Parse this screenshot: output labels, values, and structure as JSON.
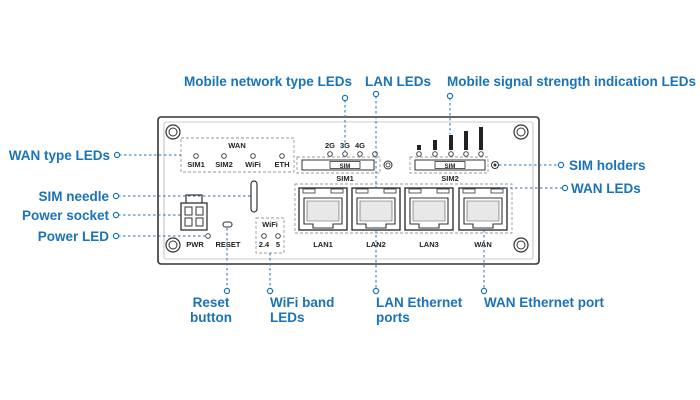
{
  "callouts": {
    "mobile_network_type": "Mobile network type LEDs",
    "lan_leds": "LAN LEDs",
    "mobile_signal": "Mobile signal strength indication LEDs",
    "wan_type": "WAN type LEDs",
    "sim_holders": "SIM holders",
    "sim_needle": "SIM needle",
    "wan_leds": "WAN LEDs",
    "power_socket": "Power socket",
    "power_led": "Power LED",
    "reset_line1": "Reset",
    "reset_line2": "button",
    "wifi_line1": "WiFi band",
    "wifi_line2": "LEDs",
    "lan_port_line1": "LAN Ethernet",
    "lan_port_line2": "ports",
    "wan_port": "WAN Ethernet port"
  },
  "device": {
    "wan_group_title": "WAN",
    "wan_type_labels": [
      "SIM1",
      "SIM2",
      "WiFi",
      "ETH"
    ],
    "net_types": [
      "2G",
      "3G",
      "4G"
    ],
    "sim_slot_text": "SIM",
    "sim1_label": "SIM1",
    "sim2_label": "SIM2",
    "wifi_title": "WiFi",
    "wifi_bands": [
      "2.4",
      "5"
    ],
    "pwr": "PWR",
    "reset": "RESET",
    "ports": [
      "LAN1",
      "LAN2",
      "LAN3",
      "WAN"
    ]
  },
  "colors": {
    "accent": "#1a73b8",
    "outline": "#333333"
  }
}
